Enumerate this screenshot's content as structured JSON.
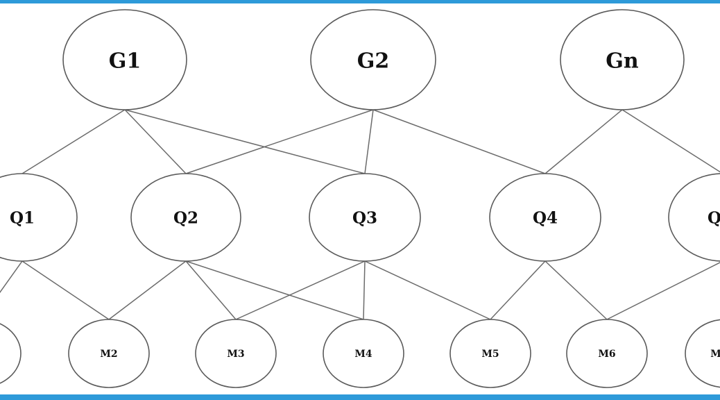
{
  "colors": {
    "frame_bar": "#2e9ad9",
    "node_stroke": "#5a5a5a",
    "edge": "#6b6b6b"
  },
  "nodes": {
    "g1": "G1",
    "g2": "G2",
    "gn": "Gn",
    "q1": "Q1",
    "q2": "Q2",
    "q3": "Q3",
    "q4": "Q4",
    "q5": "Q",
    "m1": "",
    "m2": "M2",
    "m3": "M3",
    "m4": "M4",
    "m5": "M5",
    "m6": "M6",
    "m7": "M"
  },
  "edges": [
    [
      "g1",
      "q1"
    ],
    [
      "g1",
      "q2"
    ],
    [
      "g1",
      "q3"
    ],
    [
      "g2",
      "q2"
    ],
    [
      "g2",
      "q3"
    ],
    [
      "g2",
      "q4"
    ],
    [
      "gn",
      "q4"
    ],
    [
      "gn",
      "q5"
    ],
    [
      "q1",
      "m1"
    ],
    [
      "q1",
      "m2"
    ],
    [
      "q2",
      "m2"
    ],
    [
      "q2",
      "m3"
    ],
    [
      "q2",
      "m4"
    ],
    [
      "q3",
      "m3"
    ],
    [
      "q3",
      "m4"
    ],
    [
      "q3",
      "m5"
    ],
    [
      "q4",
      "m5"
    ],
    [
      "q4",
      "m6"
    ],
    [
      "q5",
      "m6"
    ],
    [
      "q5",
      "m7"
    ]
  ]
}
